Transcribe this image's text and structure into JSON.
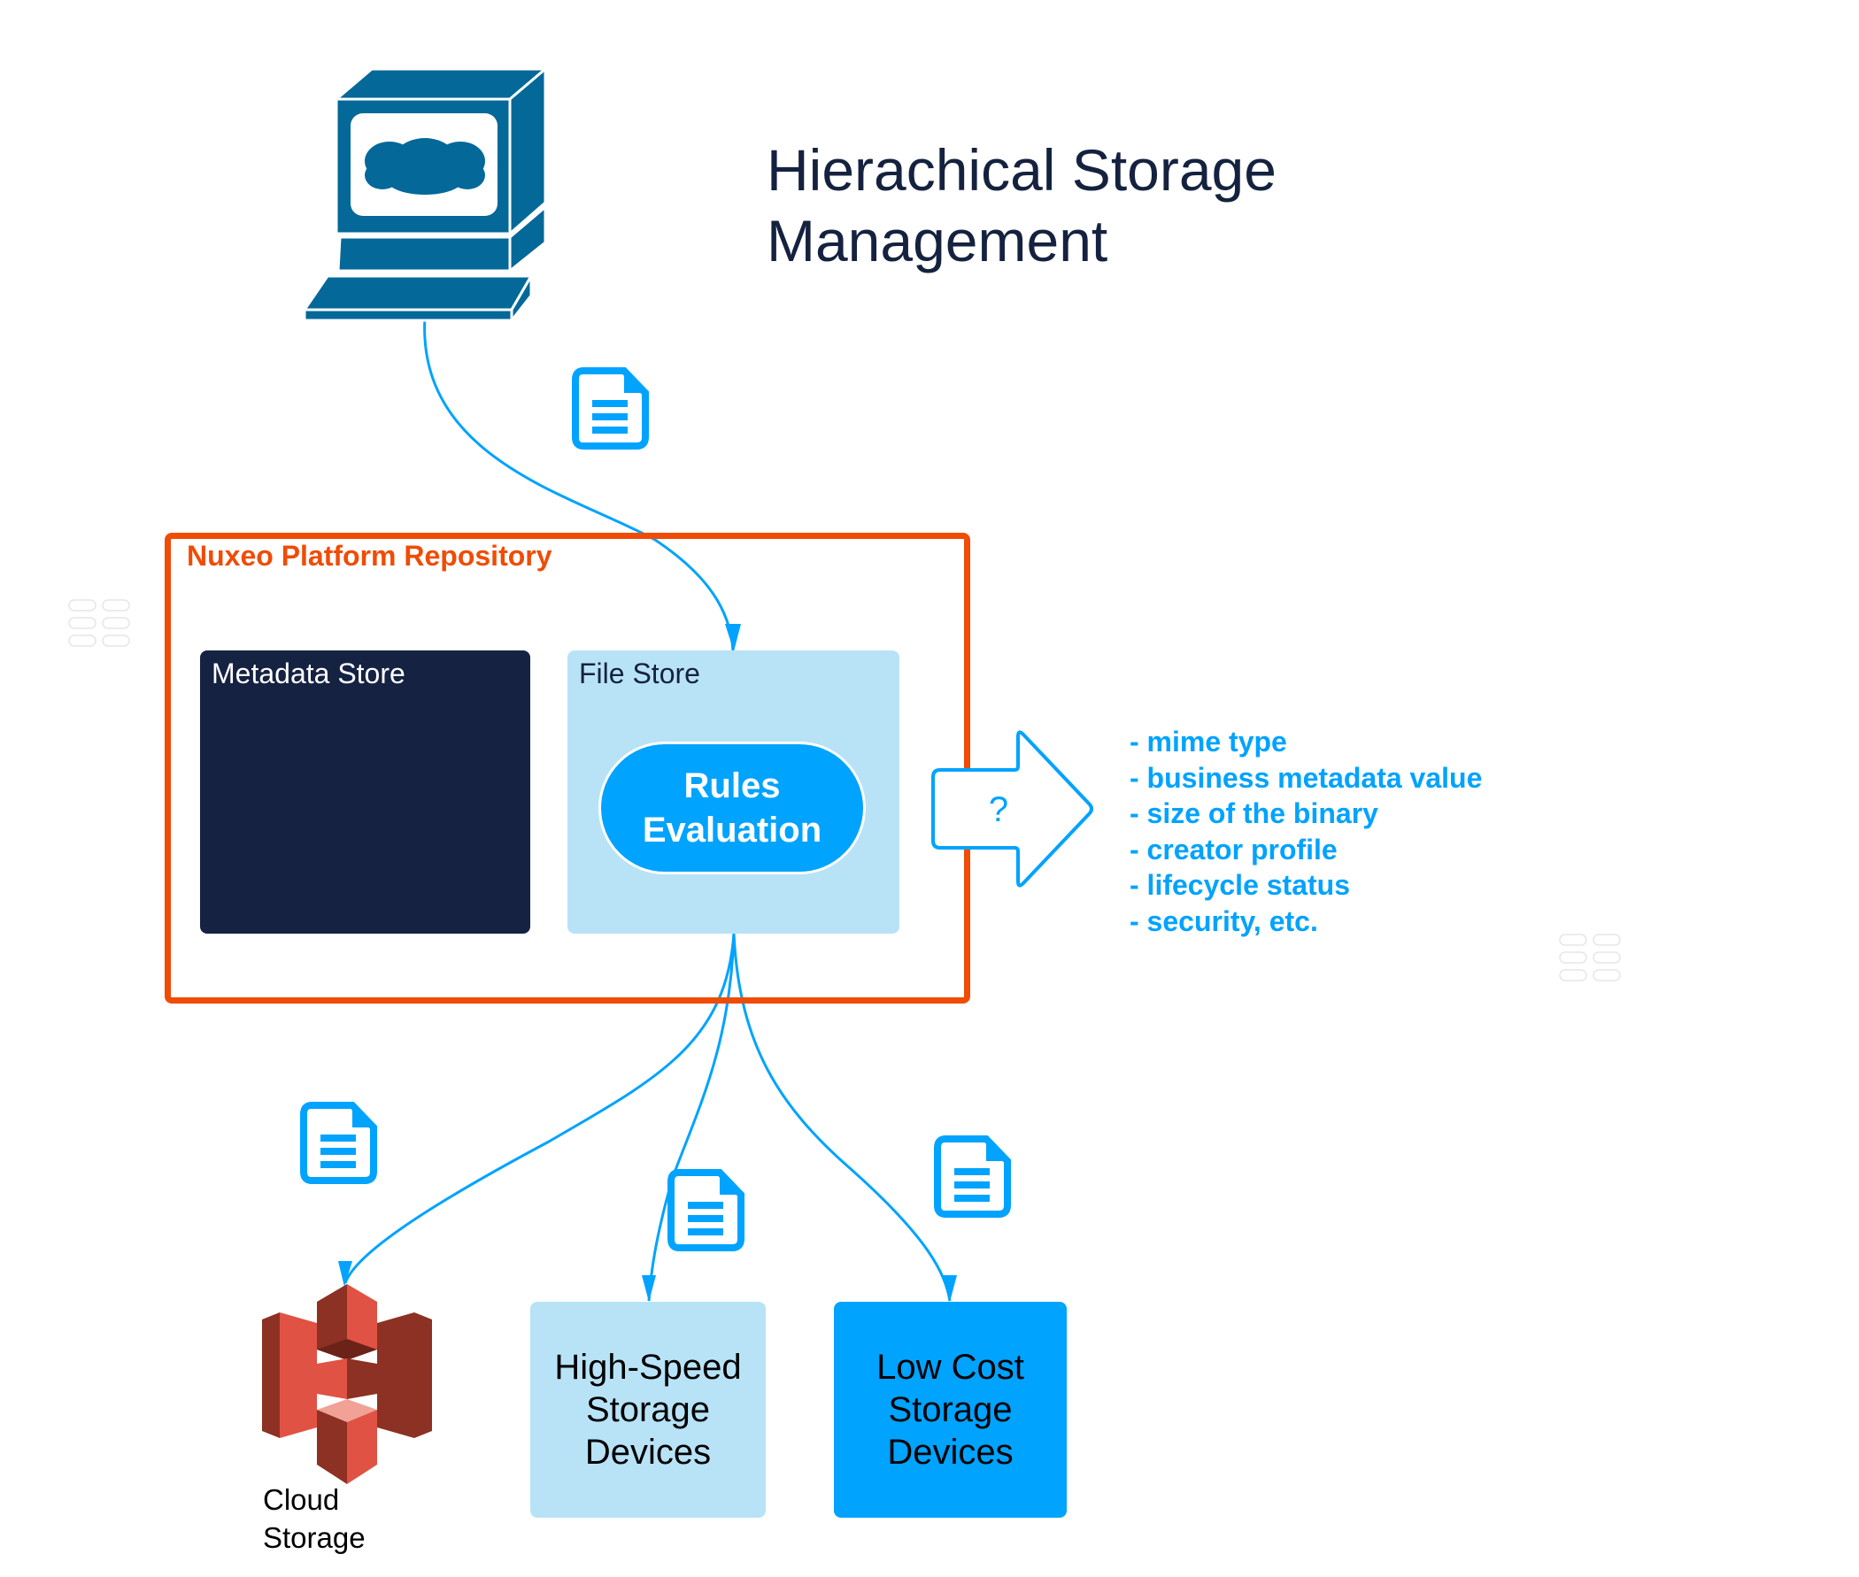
{
  "title": {
    "line1": "Hierachical Storage",
    "line2": "Management"
  },
  "client": {
    "icon": "computer-monitor-cloud-icon"
  },
  "repository": {
    "label": "Nuxeo Platform Repository",
    "metadata_store": {
      "label": "Metadata Store"
    },
    "file_store": {
      "label": "File Store",
      "rules": {
        "line1": "Rules",
        "line2": "Evaluation"
      }
    }
  },
  "decision_arrow": {
    "label": "?"
  },
  "criteria": [
    "- mime type",
    "- business metadata value",
    "- size of the binary",
    "- creator profile",
    "- lifecycle status",
    "- security, etc."
  ],
  "targets": {
    "cloud": {
      "line1": "Cloud",
      "line2": "Storage",
      "icon": "aws-s3-bucket-icon"
    },
    "high_speed": {
      "line1": "High-Speed",
      "line2": "Storage",
      "line3": "Devices"
    },
    "low_cost": {
      "line1": "Low Cost",
      "line2": "Storage",
      "line3": "Devices"
    }
  },
  "colors": {
    "navy": "#15223f",
    "orange": "#ef4c05",
    "light_blue": "#b8e3f7",
    "bright_blue": "#00a3fe",
    "monitor_blue": "#046899",
    "s3_red": "#e05243",
    "s3_dark": "#8c3123"
  }
}
